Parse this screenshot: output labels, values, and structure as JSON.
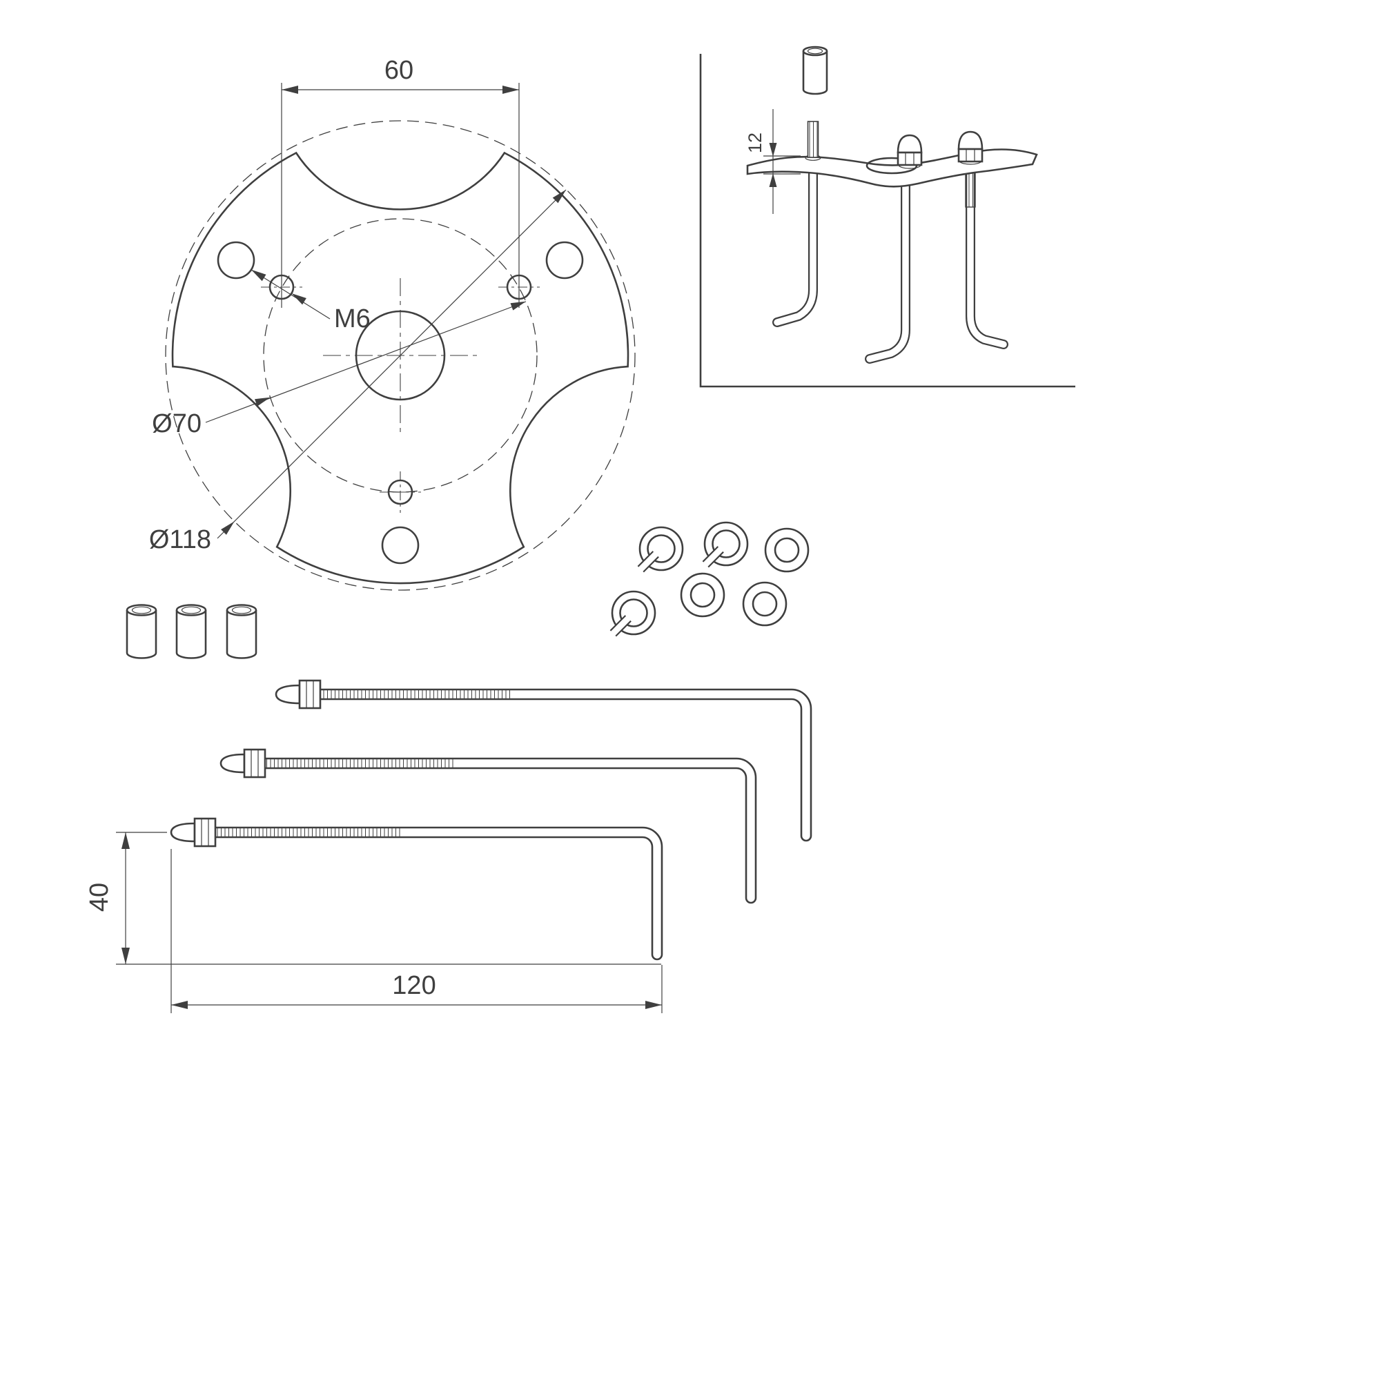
{
  "colors": {
    "line": "#3f3f3f",
    "background": "#ffffff"
  },
  "top_view": {
    "hole_spacing": "60",
    "thread_label": "M6",
    "pitch_circle_diameter": "Ø70",
    "outer_circle_diameter": "Ø118"
  },
  "detail_view": {
    "plate_thickness": "12"
  },
  "anchor_bolt": {
    "leg_length": "40",
    "overall_length": "120"
  }
}
